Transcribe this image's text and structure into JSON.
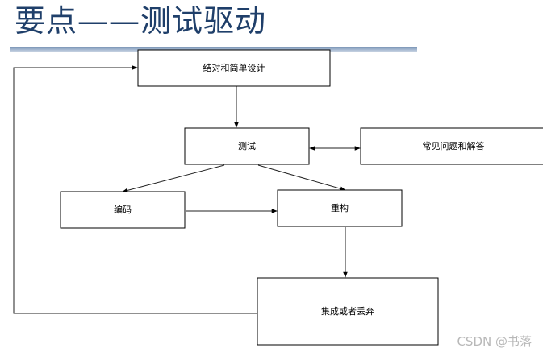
{
  "slide": {
    "title": "要点——测试驱动",
    "watermark": "CSDN @书落"
  },
  "diagram": {
    "nodes": {
      "simple_design": "结对和简单设计",
      "test": "测试",
      "faq": "常见问题和解答",
      "coding": "编码",
      "refactor": "重构",
      "integrate": "集成或者丢弃"
    }
  }
}
